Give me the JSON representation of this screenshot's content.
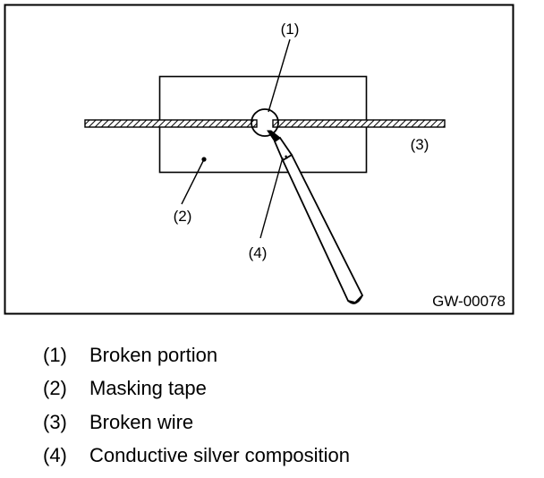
{
  "figure": {
    "id_label": "GW-00078",
    "callouts": {
      "c1": "(1)",
      "c2": "(2)",
      "c3": "(3)",
      "c4": "(4)"
    }
  },
  "legend": {
    "items": [
      {
        "num": "(1)",
        "text": "Broken portion"
      },
      {
        "num": "(2)",
        "text": "Masking tape"
      },
      {
        "num": "(3)",
        "text": "Broken wire"
      },
      {
        "num": "(4)",
        "text": "Conductive silver composition"
      }
    ]
  }
}
